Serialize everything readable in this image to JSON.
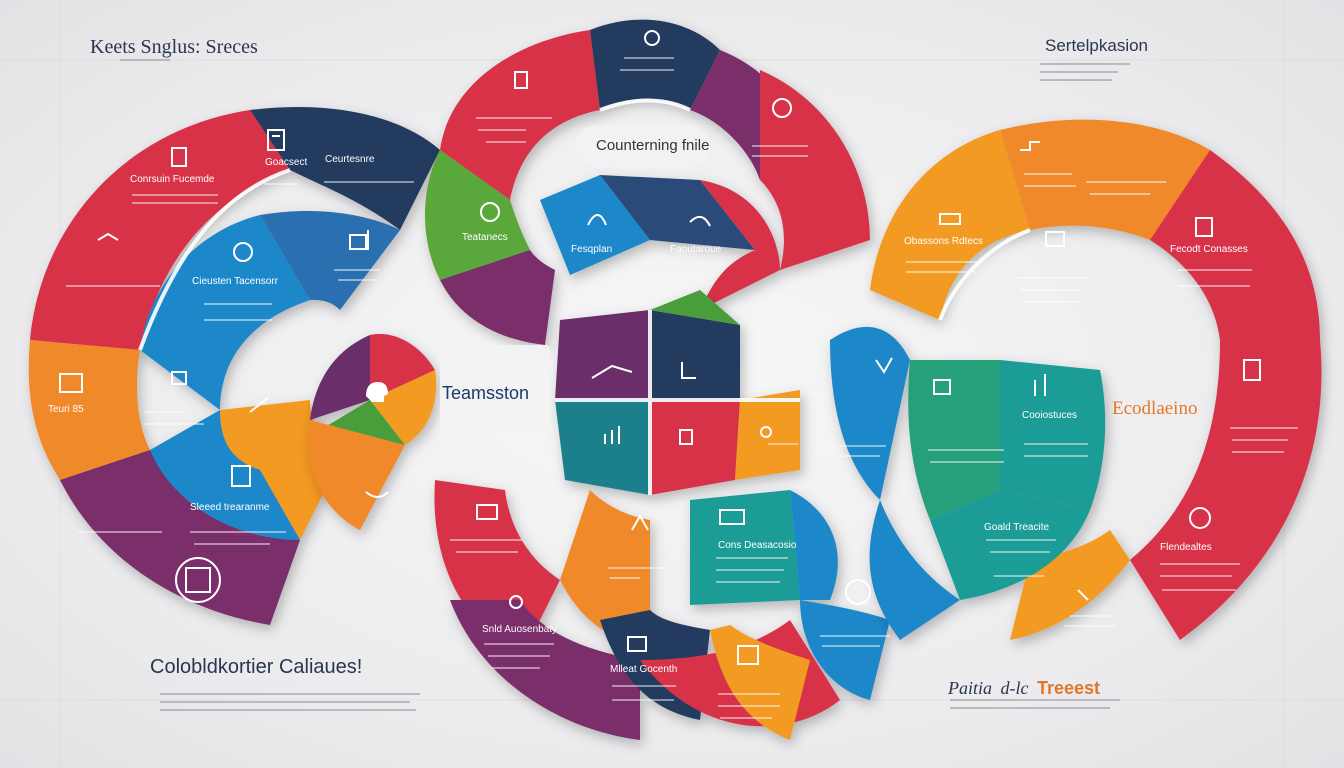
{
  "corners": {
    "top_left_title": "Keets Snglus: Sreces",
    "top_right_title": "Sertelpkasion",
    "bottom_left_title": "Colobldkortier Caliaues!",
    "bottom_right_title_a": "Paitia",
    "bottom_right_title_b": "d-lc",
    "bottom_right_title_c": "Treeest"
  },
  "center": {
    "top_label": "Counterning fnile",
    "left_label": "Teamsston",
    "right_label": "Ecodlaeino"
  },
  "icons": {
    "list": [
      "book-icon",
      "gear-icon",
      "globe-icon",
      "chart-icon",
      "pencil-icon",
      "presentation-icon",
      "clipboard-icon",
      "lightbulb-icon",
      "handshake-icon",
      "document-icon",
      "monitor-icon",
      "target-icon"
    ]
  },
  "segments": [
    {
      "id": "seg-top-left-navy",
      "label": "Goacsect",
      "color": "#233a5e"
    },
    {
      "id": "seg-left-red",
      "label": "Conrsuin Fucemde",
      "color": "#d8334a"
    },
    {
      "id": "seg-left-orange",
      "label": "Teuri 85",
      "color": "#f0892a"
    },
    {
      "id": "seg-left-blue",
      "label": "Cieusten Tacensorr",
      "color": "#1f87c9"
    },
    {
      "id": "seg-left-purple",
      "label": "Sleeed trearanme",
      "color": "#7a2f6b"
    },
    {
      "id": "seg-mid-green",
      "label": "Teatanecs",
      "color": "#5aa83a"
    },
    {
      "id": "seg-mid-navy",
      "label": "Faoutaroue",
      "color": "#2c4b7a"
    },
    {
      "id": "seg-center-blue",
      "label": "Fesqplan",
      "color": "#1f87c9"
    },
    {
      "id": "seg-center-navy",
      "label": "Ceurtesnre",
      "color": "#233a5e"
    },
    {
      "id": "seg-right-orange",
      "label": "Obassons Rdtecs",
      "color": "#f39a21"
    },
    {
      "id": "seg-right-red",
      "label": "Fecodt Conasses",
      "color": "#d8334a"
    },
    {
      "id": "seg-right-teal",
      "label": "Cooiostuces",
      "color": "#1a9c96"
    },
    {
      "id": "seg-bottom-orange",
      "label": "Snld Auosenbaty",
      "color": "#f0892a"
    },
    {
      "id": "seg-bottom-navy",
      "label": "Mlleat Gocenth",
      "color": "#233a5e"
    },
    {
      "id": "seg-bottom-teal",
      "label": "Cons Deasacosio",
      "color": "#1a9c96"
    },
    {
      "id": "seg-bottom-right-red",
      "label": "Flendealtes",
      "color": "#d8334a"
    },
    {
      "id": "seg-bottom-right-green",
      "label": "Goald Treacite",
      "color": "#26a07a"
    }
  ]
}
